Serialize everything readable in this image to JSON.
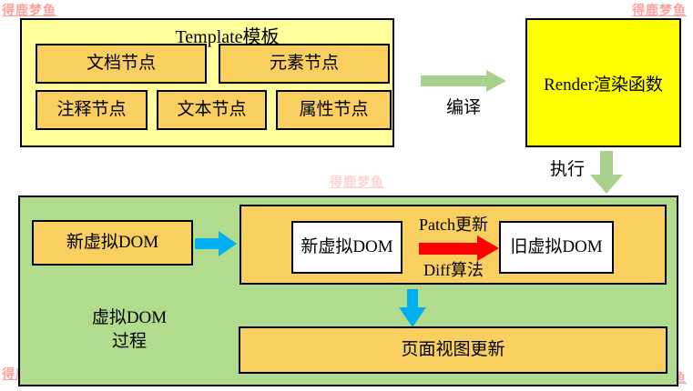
{
  "watermark": {
    "text": "得鹿梦鱼",
    "color": "#ff8f8f"
  },
  "template_panel": {
    "title": "Template模板",
    "row1": [
      "文档节点",
      "元素节点"
    ],
    "row2": [
      "注释节点",
      "文本节点",
      "属性节点"
    ]
  },
  "labels": {
    "compile": "编译",
    "execute": "执行"
  },
  "render_box": {
    "label": "Render渲染函数"
  },
  "vdom_panel": {
    "new_vdom": "新虚拟DOM",
    "process_line1": "虚拟DOM",
    "process_line2": "过程",
    "diff_group": {
      "new_vdom": "新虚拟DOM",
      "patch": "Patch更新",
      "diff": "Diff算法",
      "old_vdom": "旧虚拟DOM"
    },
    "page_update": "页面视图更新"
  },
  "colors": {
    "panel_light_yellow": "#ffff9c",
    "gold": "#f9d05f",
    "render_yellow": "#ffff00",
    "green_panel": "#b1dc8e",
    "green_arrow": "#a9d18e",
    "blue_arrow": "#00b0f0",
    "red_arrow": "#ff0000",
    "watermark_pink": "#ff8f8f"
  }
}
